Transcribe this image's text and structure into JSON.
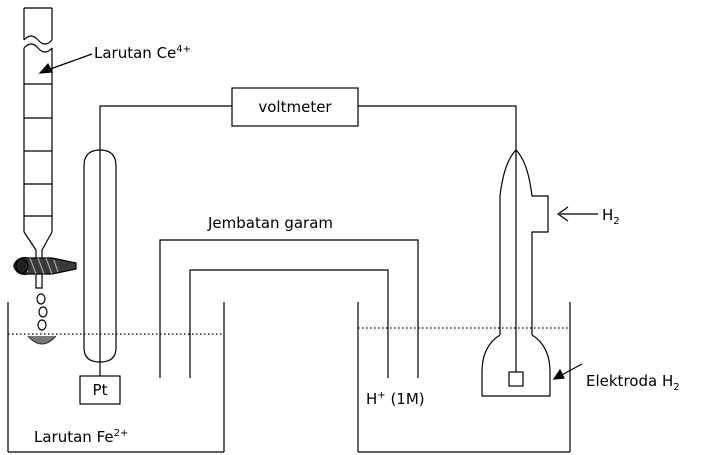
{
  "labels": {
    "burette": {
      "base": "Larutan Ce",
      "sup": "4+"
    },
    "voltmeter": "voltmeter",
    "hydrogen_in": {
      "base": "H",
      "sub": "2"
    },
    "salt_bridge": "Jembatan garam",
    "electrode_pt": "Pt",
    "acid": {
      "base": "H",
      "sup": "+",
      "rest": " (1M)"
    },
    "hydrogen_electrode": {
      "base": "Elektroda H",
      "sub": "2"
    },
    "left_solution": {
      "base": "Larutan Fe",
      "sup": "2+"
    }
  },
  "colors": {
    "line": "#000000",
    "background": "#ffffff"
  }
}
